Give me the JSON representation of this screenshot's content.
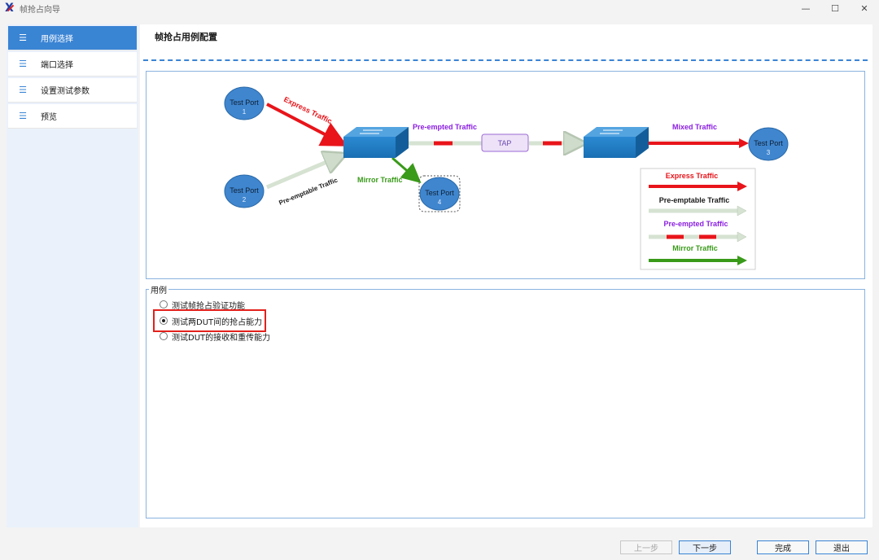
{
  "window": {
    "title": "帧抢占向导",
    "min_glyph": "—",
    "max_glyph": "☐",
    "close_glyph": "✕"
  },
  "sidebar": {
    "items": [
      {
        "label": "用例选择",
        "active": true
      },
      {
        "label": "端口选择",
        "active": false
      },
      {
        "label": "设置测试参数",
        "active": false
      },
      {
        "label": "预览",
        "active": false
      }
    ]
  },
  "main": {
    "title": "帧抢占用例配置"
  },
  "diagram": {
    "port1": {
      "name": "Test Port",
      "num": "1"
    },
    "port2": {
      "name": "Test Port",
      "num": "2"
    },
    "port3": {
      "name": "Test Port",
      "num": "3"
    },
    "port4": {
      "name": "Test Port",
      "num": "4"
    },
    "tap": "TAP",
    "express_label": "Express Traffic",
    "preemptable_label": "Pre-emptable Traffic",
    "preempted_label": "Pre-empted Traffic",
    "mirror_label": "Mirror Traffic",
    "mixed_label": "Mixed Traffic",
    "legend": {
      "express": "Express Traffic",
      "preemptable": "Pre-emptable Traffic",
      "preempted": "Pre-empted Traffic",
      "mirror": "Mirror Traffic"
    },
    "colors": {
      "express": "#e8141a",
      "preemptable": "#1a1a1a",
      "preempted": "#8a1ee0",
      "mirror": "#3a9a1a",
      "mixed": "#8a1ee0",
      "port": "#3f86cf",
      "switch": "#1a74b8",
      "tap_fill": "#ede2f7",
      "tap_border": "#9b6ad6"
    }
  },
  "usecase": {
    "group_title": "用例",
    "options": [
      {
        "label": "测试帧抢占验证功能",
        "checked": false
      },
      {
        "label": "测试两DUT间的抢占能力",
        "checked": true
      },
      {
        "label": "测试DUT的接收和重传能力",
        "checked": false
      }
    ]
  },
  "buttons": {
    "prev": "上一步",
    "next": "下一步",
    "finish": "完成",
    "exit": "退出"
  },
  "icons": {
    "nav": "list-icon",
    "app": "app-logo-icon"
  },
  "accent": "#3a84d4"
}
